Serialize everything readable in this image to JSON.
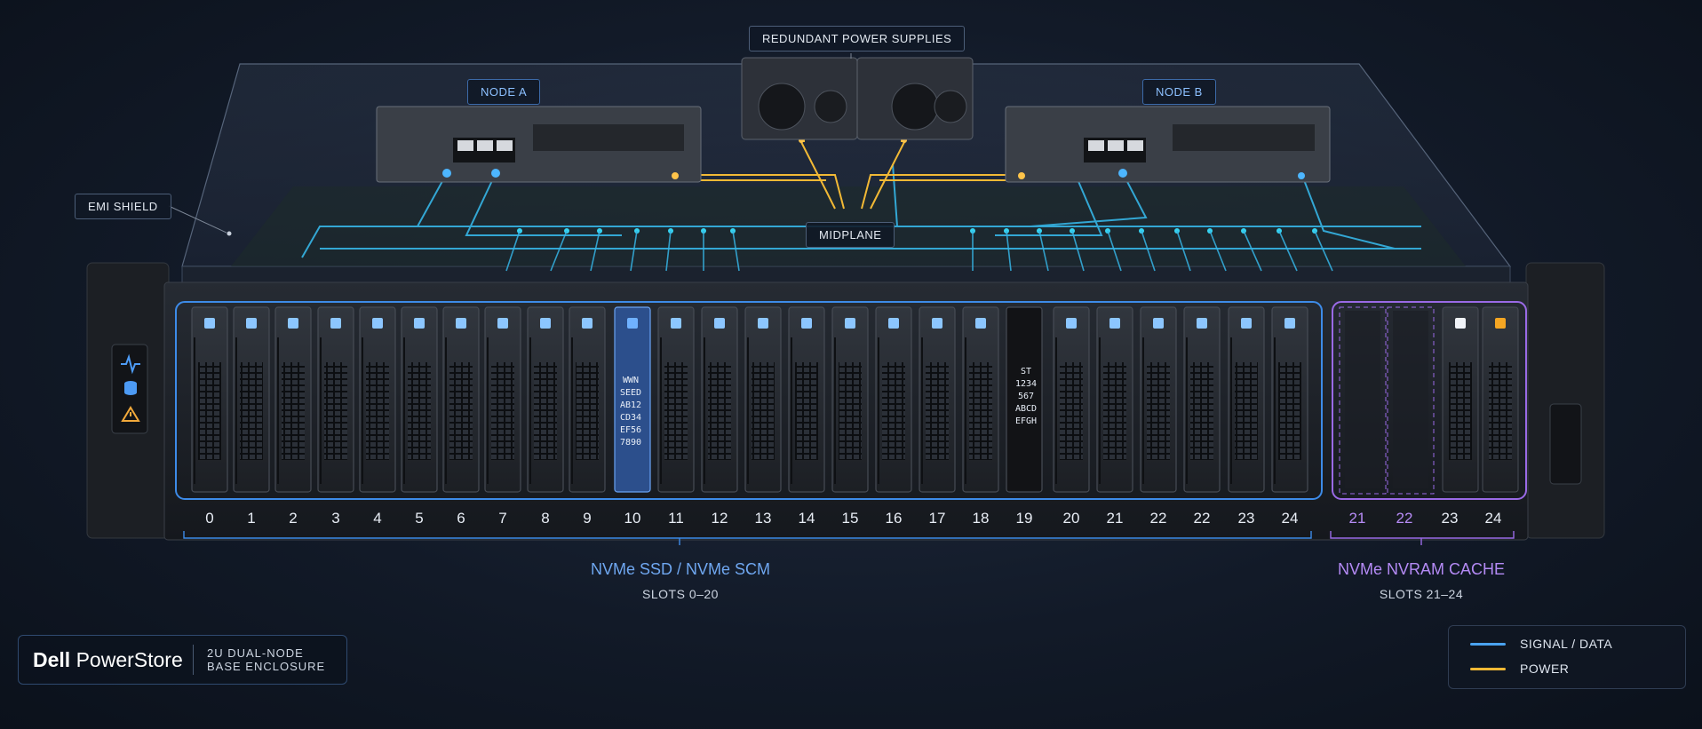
{
  "callouts": {
    "power_supplies": "REDUNDANT POWER SUPPLIES",
    "node_a": "NODE A",
    "node_b": "NODE B",
    "emi_shield": "EMI SHIELD",
    "midplane": "MIDPLANE"
  },
  "slots_main": [
    "0",
    "1",
    "2",
    "3",
    "4",
    "5",
    "6",
    "7",
    "8",
    "9",
    "10",
    "11",
    "12",
    "13",
    "14",
    "15",
    "16",
    "17",
    "18",
    "19",
    "20",
    "21",
    "22",
    "22",
    "23",
    "24"
  ],
  "slots_cache": [
    "21",
    "22",
    "23",
    "24"
  ],
  "drive_labels": {
    "slot10": [
      "WWN",
      "SEED",
      "AB12",
      "CD34",
      "EF56",
      "7890"
    ],
    "slot19": [
      "ST",
      "1234",
      "567",
      "ABCD",
      "EFGH"
    ]
  },
  "groups": {
    "ssd": {
      "title": "NVMe SSD / NVMe SCM",
      "sub": "SLOTS 0–20",
      "color": "#6fa7f0"
    },
    "cache": {
      "title": "NVMe NVRAM CACHE",
      "sub": "SLOTS 21–24",
      "color": "#b48af5"
    }
  },
  "legend": {
    "signal": {
      "label": "SIGNAL / DATA",
      "color": "#4aa3f0"
    },
    "power": {
      "label": "POWER",
      "color": "#f2b935"
    }
  },
  "brand": {
    "name_bold": "Dell",
    "name_rest": " PowerStore",
    "sub_line1": "2U DUAL-NODE",
    "sub_line2": "BASE ENCLOSURE"
  },
  "indicator_icons": [
    "pulse-icon",
    "database-icon",
    "warning-icon"
  ]
}
